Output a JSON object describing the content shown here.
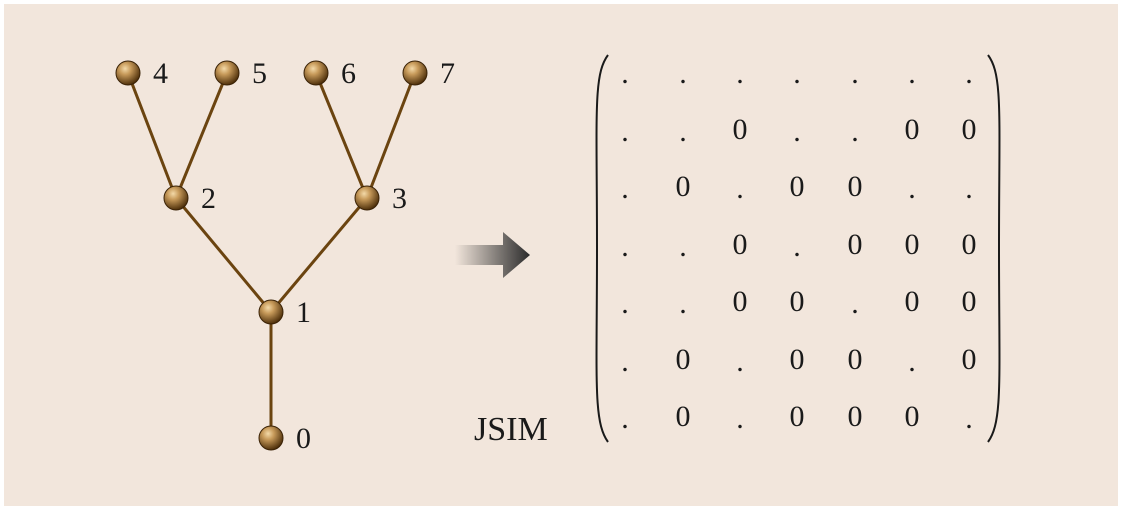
{
  "colors": {
    "background": "#f2e6dc",
    "edge": "#6b4410",
    "node_light": "#c79a5a",
    "node_dark": "#4a2c08",
    "arrow_dark": "#2b2b2b",
    "text": "#1a1a1a"
  },
  "tree": {
    "nodes": [
      {
        "id": "0",
        "label": "0"
      },
      {
        "id": "1",
        "label": "1"
      },
      {
        "id": "2",
        "label": "2"
      },
      {
        "id": "3",
        "label": "3"
      },
      {
        "id": "4",
        "label": "4"
      },
      {
        "id": "5",
        "label": "5"
      },
      {
        "id": "6",
        "label": "6"
      },
      {
        "id": "7",
        "label": "7"
      }
    ],
    "edges": [
      [
        "0",
        "1"
      ],
      [
        "1",
        "2"
      ],
      [
        "1",
        "3"
      ],
      [
        "2",
        "4"
      ],
      [
        "2",
        "5"
      ],
      [
        "3",
        "6"
      ],
      [
        "3",
        "7"
      ]
    ]
  },
  "arrow_icon": "right-arrow-icon",
  "matrix": {
    "label": "JSIM",
    "rows": [
      [
        ".",
        ".",
        ".",
        ".",
        ".",
        ".",
        "."
      ],
      [
        ".",
        ".",
        "0",
        ".",
        ".",
        "0",
        "0"
      ],
      [
        ".",
        "0",
        ".",
        "0",
        "0",
        ".",
        "."
      ],
      [
        ".",
        ".",
        "0",
        ".",
        "0",
        "0",
        "0"
      ],
      [
        ".",
        ".",
        "0",
        "0",
        ".",
        "0",
        "0"
      ],
      [
        ".",
        "0",
        ".",
        "0",
        "0",
        ".",
        "0"
      ],
      [
        ".",
        "0",
        ".",
        "0",
        "0",
        "0",
        "."
      ]
    ]
  }
}
